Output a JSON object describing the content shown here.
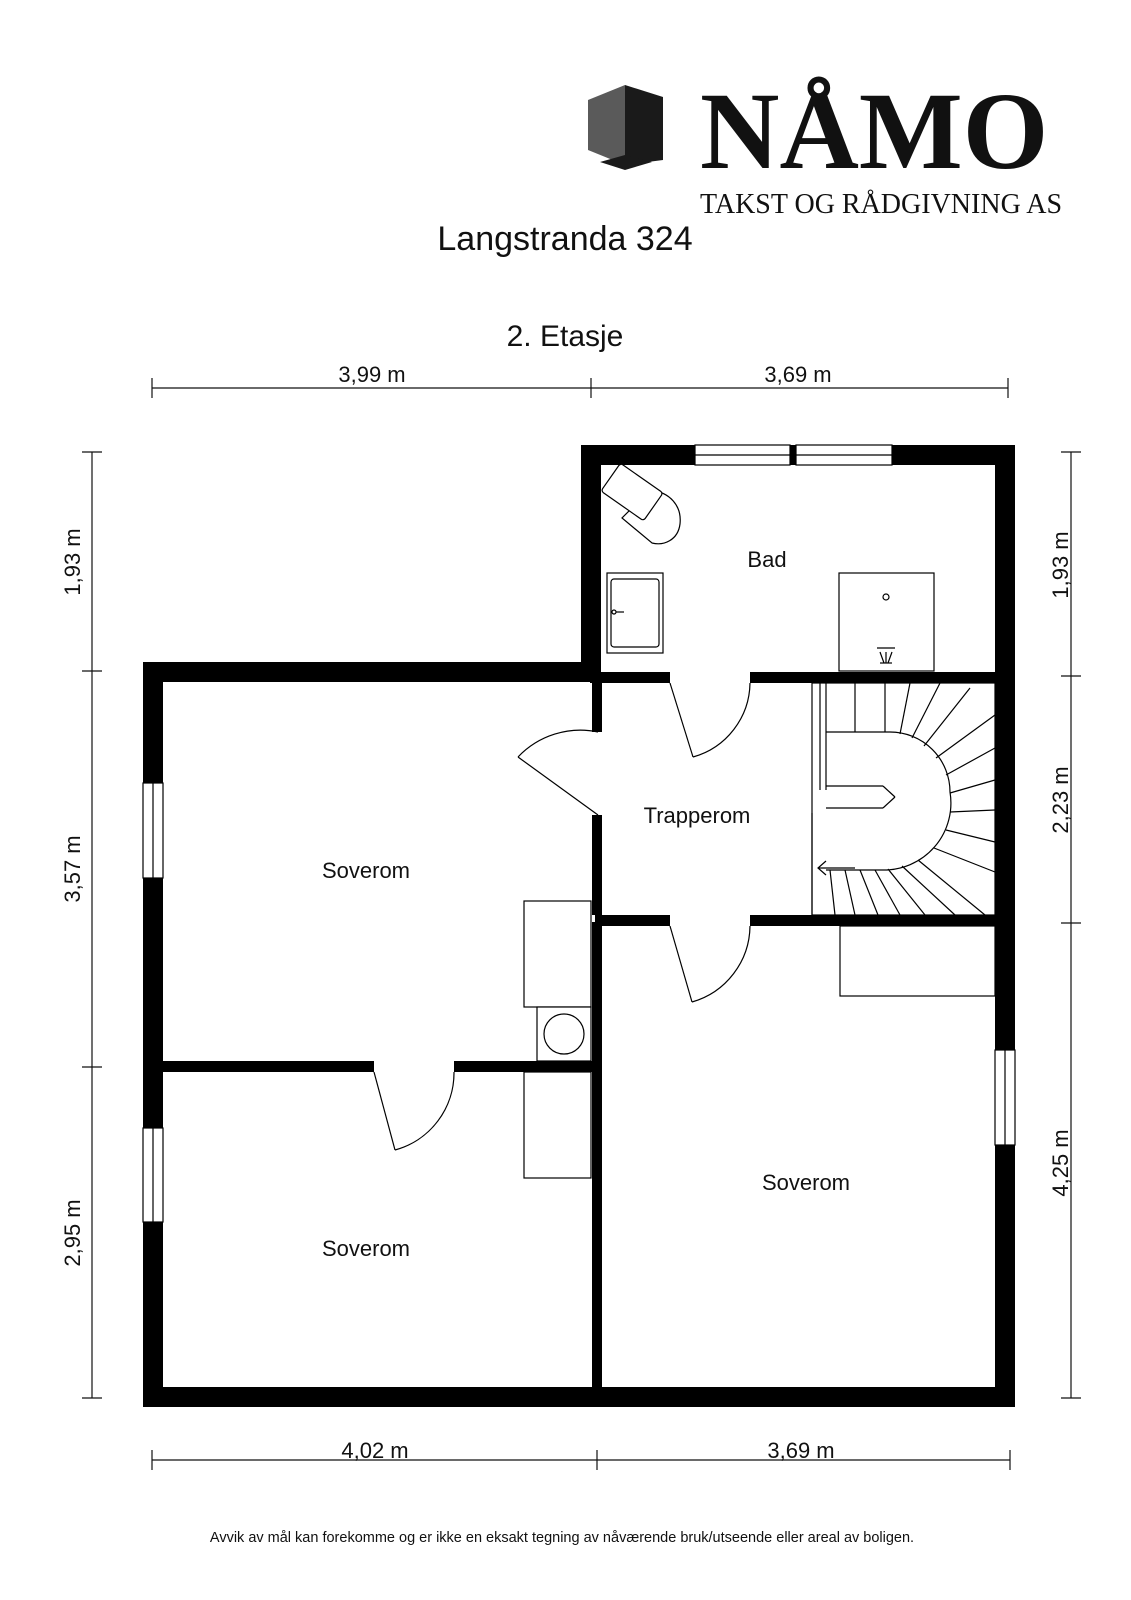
{
  "brand": {
    "name": "NÅMO",
    "tagline": "TAKST OG RÅDGIVNING AS"
  },
  "address": "Langstranda 324",
  "floor": "2. Etasje",
  "dimensions": {
    "top": [
      "3,99 m",
      "3,69 m"
    ],
    "bottom": [
      "4,02 m",
      "3,69 m"
    ],
    "left": [
      "1,93 m",
      "3,57 m",
      "2,95 m"
    ],
    "right": [
      "1,93 m",
      "2,23 m",
      "4,25 m"
    ]
  },
  "rooms": {
    "bathroom": "Bad",
    "stair_room": "Trapperom",
    "bedroom_upper_left": "Soverom",
    "bedroom_lower_left": "Soverom",
    "bedroom_right": "Soverom"
  },
  "disclaimer": "Avvik av mål kan forekomme og er ikke en eksakt tegning av nåværende bruk/utseende eller areal av boligen.",
  "colors": {
    "wall": "#000000",
    "line": "#111111",
    "background": "#ffffff"
  }
}
